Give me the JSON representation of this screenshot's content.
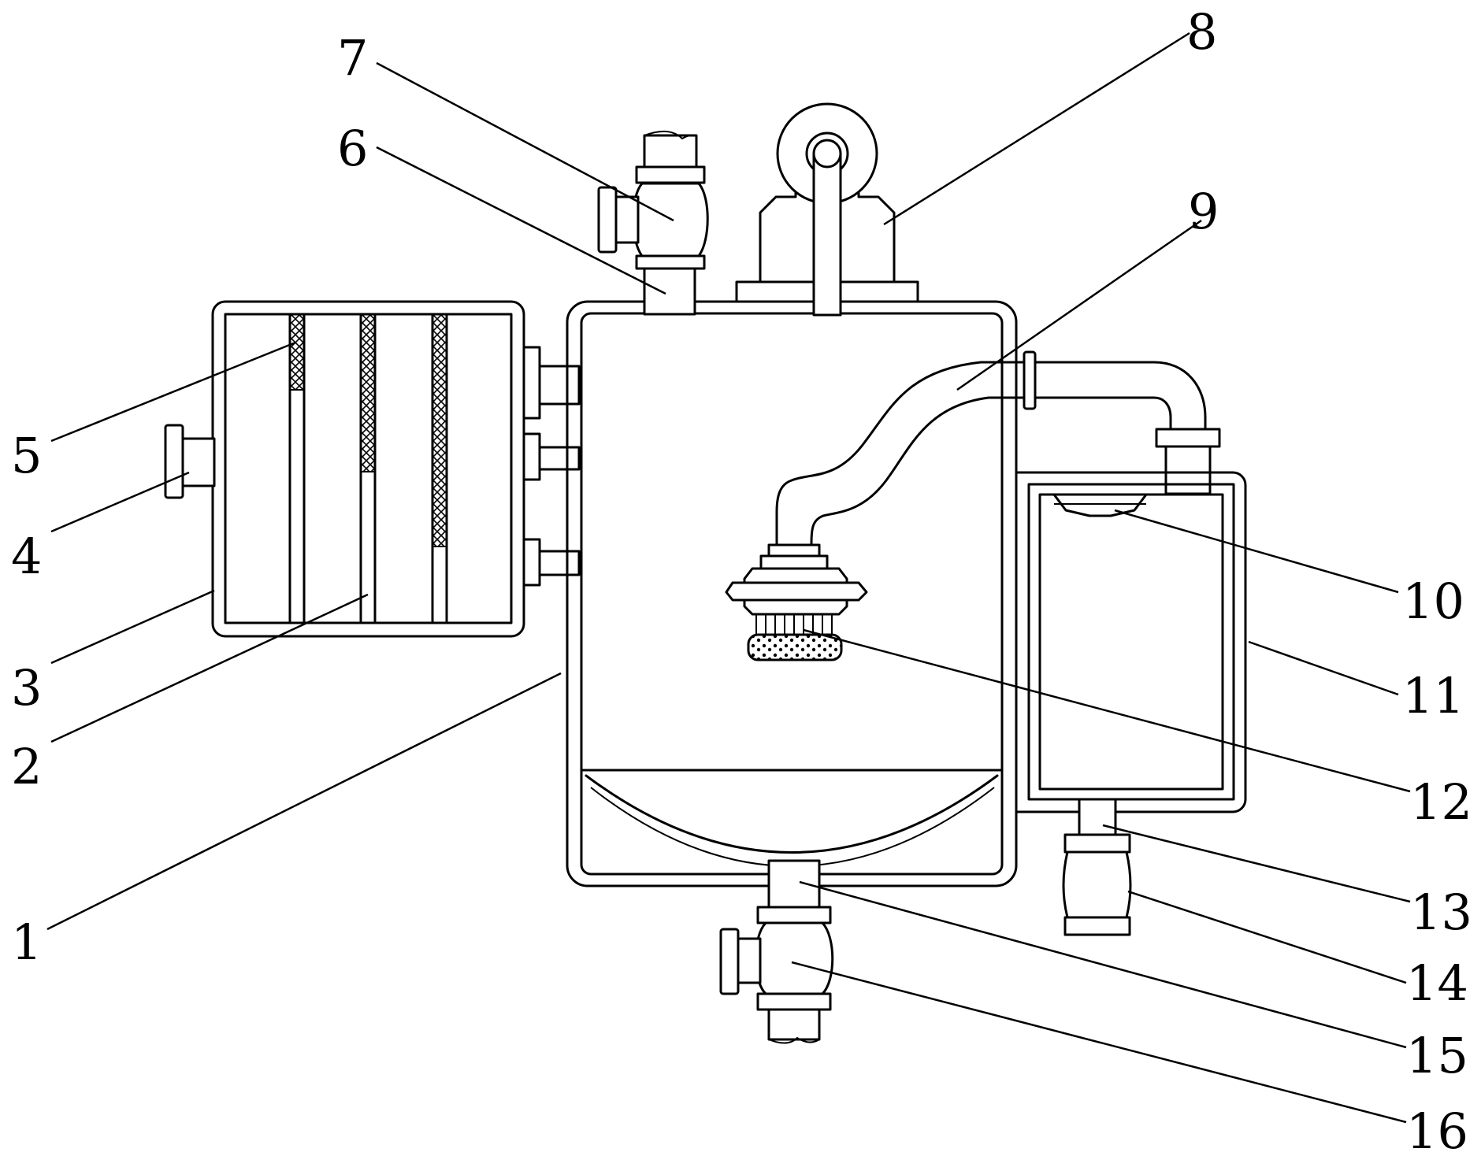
{
  "labels": {
    "l1": "1",
    "l2": "2",
    "l3": "3",
    "l4": "4",
    "l5": "5",
    "l6": "6",
    "l7": "7",
    "l8": "8",
    "l9": "9",
    "l10": "10",
    "l11": "11",
    "l12": "12",
    "l13": "13",
    "l14": "14",
    "l15": "15",
    "l16": "16"
  },
  "colors": {
    "line": "#000000",
    "background": "#ffffff"
  }
}
